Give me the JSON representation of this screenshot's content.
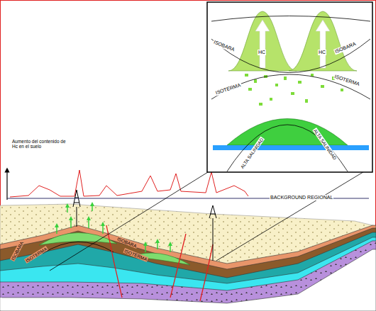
{
  "diagram": {
    "labels": [
      "HC",
      "HC",
      "ISOBARA",
      "ISOBARA",
      "ISOTERMA",
      "ISOTERMA",
      "ALTA SALINIDAD",
      "ALTA SALINIDAD",
      "Aumento del contenido de Hc en el suelo",
      "BACKGROUND REGIONAL",
      "ISOBARA",
      "ISOTERMA",
      "ISOBARA",
      "ISOTERMA"
    ]
  }
}
